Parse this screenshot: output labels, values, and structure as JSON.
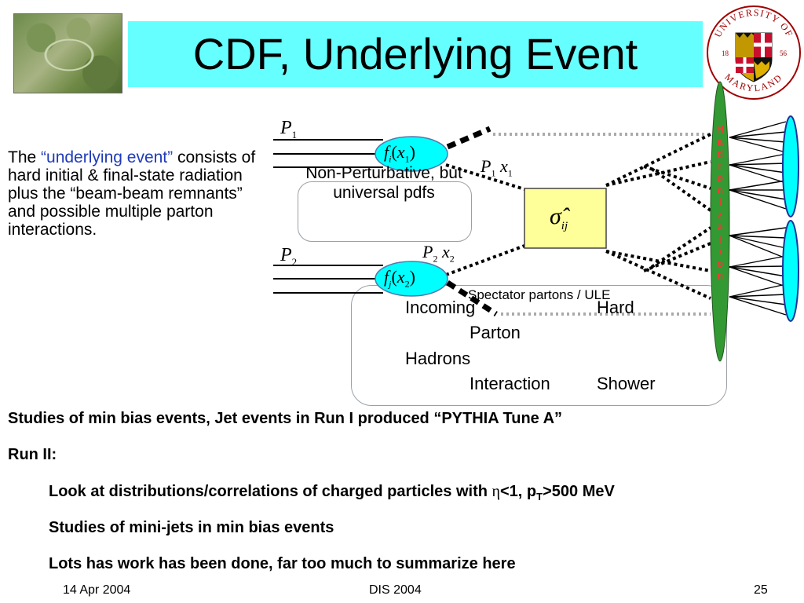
{
  "slide": {
    "title": "CDF, Underlying Event",
    "intro_prefix": "The ",
    "intro_highlight": "“underlying event”",
    "intro_suffix": " consists of hard initial & final-state radiation plus the “beam-beam remnants” and possible multiple parton interactions."
  },
  "seal": {
    "top_text": "UNIVERSITY OF",
    "bottom_text": "MARYLAND",
    "year_left": "18",
    "year_right": "56"
  },
  "diagram": {
    "p1": "P",
    "p1_sub": "1",
    "p2": "P",
    "p2_sub": "2",
    "fi": "f",
    "fi_sub": "i",
    "fi_x": "x",
    "fi_x_sub": "1",
    "fj": "f",
    "fj_sub": "j",
    "fj_x": "x",
    "fj_x_sub": "2",
    "p1x1": "P",
    "p1x1_sub": "1",
    "p1x1_x": "x",
    "p1x1_xsub": "1",
    "p2x2": "P",
    "p2x2_sub": "2",
    "p2x2_x": "x",
    "p2x2_xsub": "2",
    "sigma": "σ̂",
    "sigma_sub": "ij",
    "nonpert_label": "Non-Perturbative, but universal pdfs",
    "spectator_label": "Spectator partons / ULE",
    "hadronization": "Hadronization",
    "stage_incoming_a": "Incoming",
    "stage_incoming_b": "Hadrons",
    "stage_parton_a": "Parton",
    "stage_parton_b": "Interaction",
    "stage_hard_a": "Hard",
    "stage_hard_b": "Shower"
  },
  "bullets": {
    "b1": "Studies of min bias events, Jet events in Run I produced  “PYTHIA Tune A”",
    "b2": "Run II:",
    "b3_pre": "Look at distributions/correlations of charged particles with ",
    "b3_eta": "η",
    "b3_mid": "<1, p",
    "b3_sub": "T",
    "b3_post": ">500 MeV",
    "b4": "Studies of mini-jets in min bias events",
    "b5": "Lots has work has been done, far too much to summarize here"
  },
  "footer": {
    "date": "14 Apr 2004",
    "conference": "DIS 2004",
    "page": "25"
  },
  "colors": {
    "title_bg": "#66ffff",
    "pdf_fill": "#00ffff",
    "sigma_fill": "#ffff99",
    "hadronization_fill": "#339933",
    "hadronization_text": "#ff3333",
    "jet_fill": "#00ffff",
    "highlight_text": "#1f3bb8"
  }
}
